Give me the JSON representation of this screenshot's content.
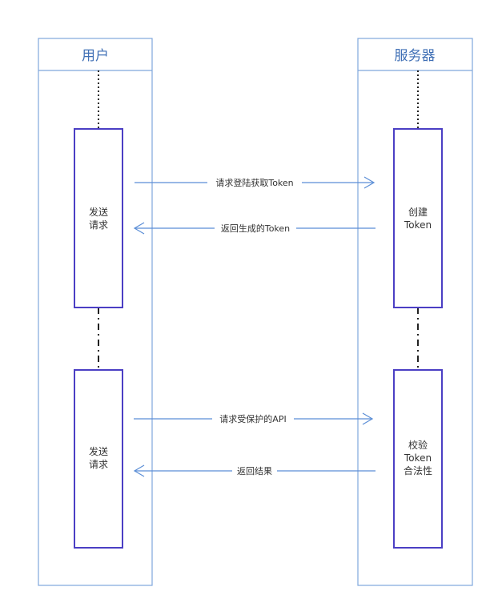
{
  "colors": {
    "lane_border": "#7fa7dc",
    "lane_title": "#3f6fb5",
    "activation_border": "#4b3fc4",
    "arrow": "#5b8ed6",
    "lifeline": "#222222"
  },
  "lanes": [
    {
      "title": "用户"
    },
    {
      "title": "服务器"
    }
  ],
  "activations": {
    "user_1": [
      "发送",
      "请求"
    ],
    "server_1": [
      "创建",
      "Token"
    ],
    "user_2": [
      "发送",
      "请求"
    ],
    "server_2": [
      "校验",
      "Token",
      "合法性"
    ]
  },
  "messages": [
    {
      "label": "请求登陆获取Token",
      "direction": "right"
    },
    {
      "label": "返回生成的Token",
      "direction": "left"
    },
    {
      "label": "请求受保护的API",
      "direction": "right"
    },
    {
      "label": "返回结果",
      "direction": "left"
    }
  ]
}
